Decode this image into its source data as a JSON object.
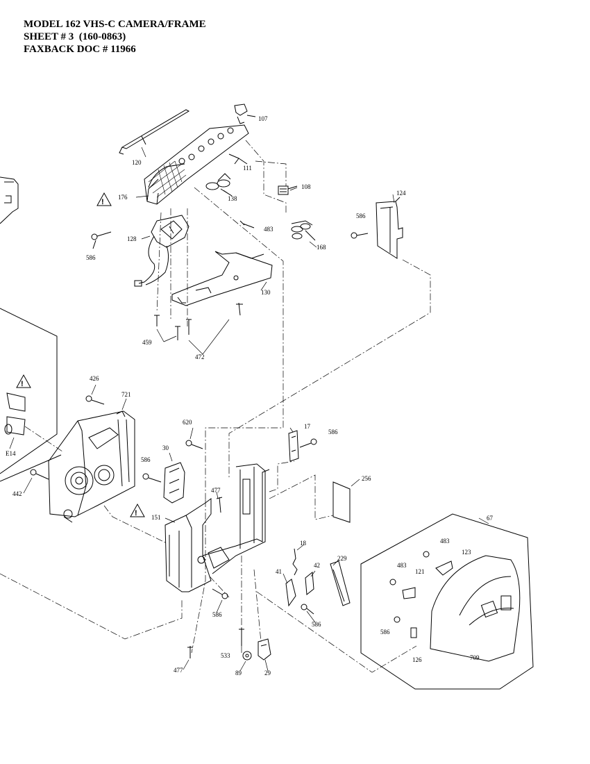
{
  "header": {
    "line1": "MODEL 162 VHS-C CAMERA/FRAME",
    "line2": "SHEET # 3  (160-0863)",
    "line3": "FAXBACK DOC # 11966"
  },
  "callouts": {
    "c107": "107",
    "c120": "120",
    "c111": "111",
    "c108": "108",
    "c176": "176",
    "c138": "138",
    "c124": "124",
    "c483a": "483",
    "c586a": "586",
    "c128": "128",
    "c168": "168",
    "c586b": "586",
    "c130": "130",
    "c459": "459",
    "c472": "472",
    "c426": "426",
    "c721": "721",
    "cE14": "E14",
    "c620": "620",
    "c17": "17",
    "c586c": "586",
    "c30": "30",
    "c586d": "586",
    "c442": "442",
    "c477a": "477",
    "c256": "256",
    "c151": "151",
    "c67": "67",
    "c483b": "483",
    "c18": "18",
    "c123": "123",
    "c229": "229",
    "c42": "42",
    "c41": "41",
    "c483c": "483",
    "c121": "121",
    "c586e": "586",
    "c586f": "586",
    "c586g": "586",
    "c709": "709",
    "c126": "126",
    "c533": "533",
    "c477b": "477",
    "c89": "89",
    "c29": "29"
  },
  "warning_symbol": "!"
}
